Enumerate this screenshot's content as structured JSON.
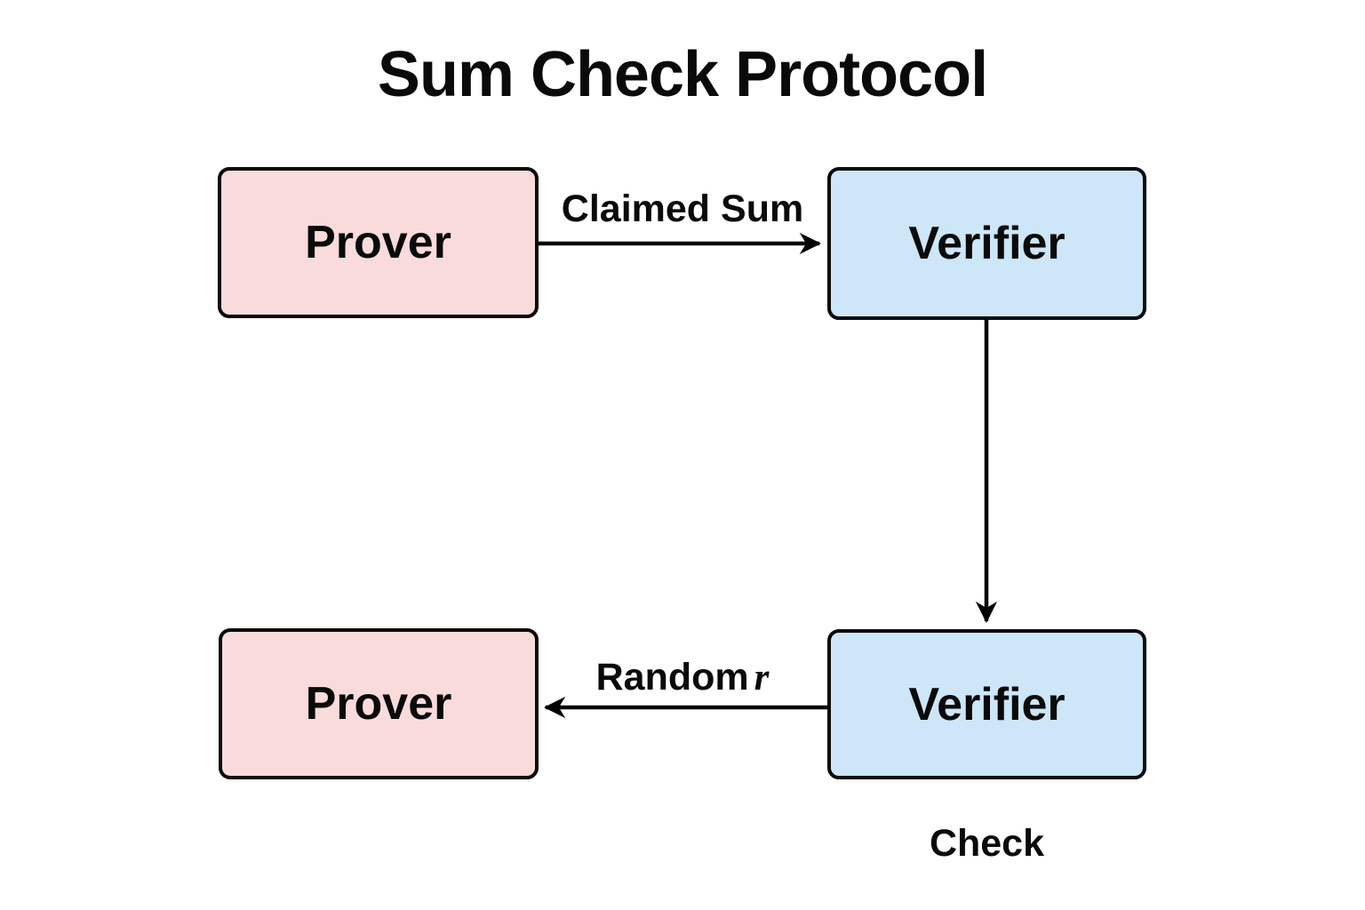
{
  "title": "Sum Check Protocol",
  "colors": {
    "prover_fill": "#FADBDB",
    "verifier_fill": "#CDE6F8",
    "border": "#0A0A0A",
    "arrow": "#000000",
    "background": "#FFFFFF"
  },
  "nodes": {
    "prover_top": {
      "label": "Prover"
    },
    "verifier_top": {
      "label": "Verifier"
    },
    "prover_bottom": {
      "label": "Prover"
    },
    "verifier_bottom": {
      "label": "Verifier"
    }
  },
  "edges": {
    "claimed_sum": {
      "label": "Claimed Sum",
      "from": "Prover",
      "to": "Verifier",
      "direction": "right"
    },
    "verifier_round": {
      "label": "",
      "from": "Verifier",
      "to": "Verifier",
      "direction": "down"
    },
    "random_r": {
      "word": "Random",
      "var": "r",
      "from": "Verifier",
      "to": "Prover",
      "direction": "left"
    }
  },
  "annotations": {
    "check": "Check"
  }
}
